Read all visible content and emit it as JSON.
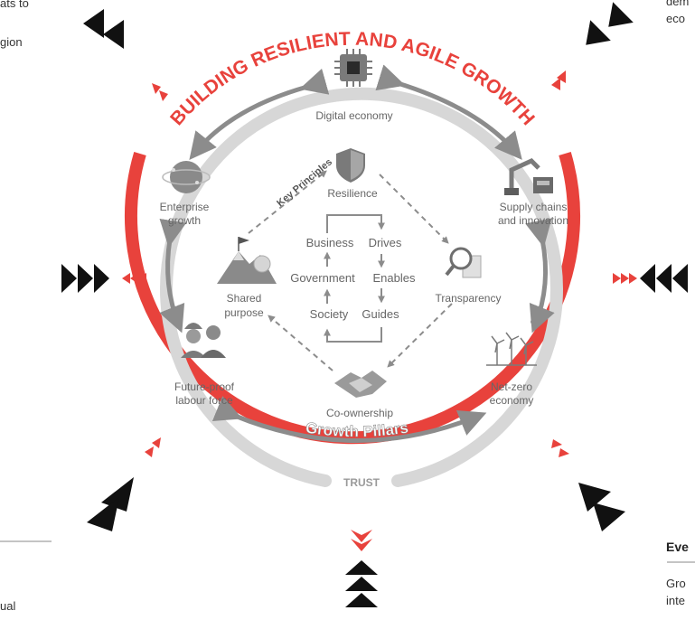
{
  "title": "BUILDING RESILIENT AND AGILE GROWTH",
  "pillars_label": "Growth Pillars",
  "trust_label": "TRUST",
  "key_principles_label": "Key Principles",
  "principles": {
    "top": "Resilience",
    "right": "Transparency",
    "bottom": "Co-ownership",
    "left": [
      "Shared",
      "purpose"
    ]
  },
  "center_flow": {
    "row1": [
      "Business",
      "Drives"
    ],
    "row2": [
      "Government",
      "Enables"
    ],
    "row3": [
      "Society",
      "Guides"
    ]
  },
  "pillars": {
    "digital": [
      "Digital economy"
    ],
    "enterprise": [
      "Enterprise",
      "growth"
    ],
    "supply": [
      "Supply chains",
      "and innovation"
    ],
    "netzero": [
      "Net-zero",
      "economy"
    ],
    "labour": [
      "Future-proof",
      "labour force"
    ]
  },
  "side_text": {
    "left_top_1": "ats to",
    "left_top_2": "gion",
    "left_bottom": "ual",
    "right_top_1": "dem",
    "right_top_2": "eco",
    "right_heading": "Eve",
    "right_bottom_1": "Gro",
    "right_bottom_2": "inte"
  },
  "colors": {
    "accent_red": "#e8423c",
    "ring_gray": "#d7d7d7",
    "arrow_gray": "#8c8c8c",
    "text_gray": "#666666",
    "dark": "#111111"
  },
  "icons": {
    "digital": "microchip-icon",
    "enterprise": "globe-network-icon",
    "supply": "robot-arm-icon",
    "netzero": "wind-turbine-icon",
    "labour": "workers-icon",
    "resilience": "shield-icon",
    "transparency": "magnifier-icon",
    "coownership": "handshake-icon",
    "shared": "mountain-flag-icon"
  }
}
